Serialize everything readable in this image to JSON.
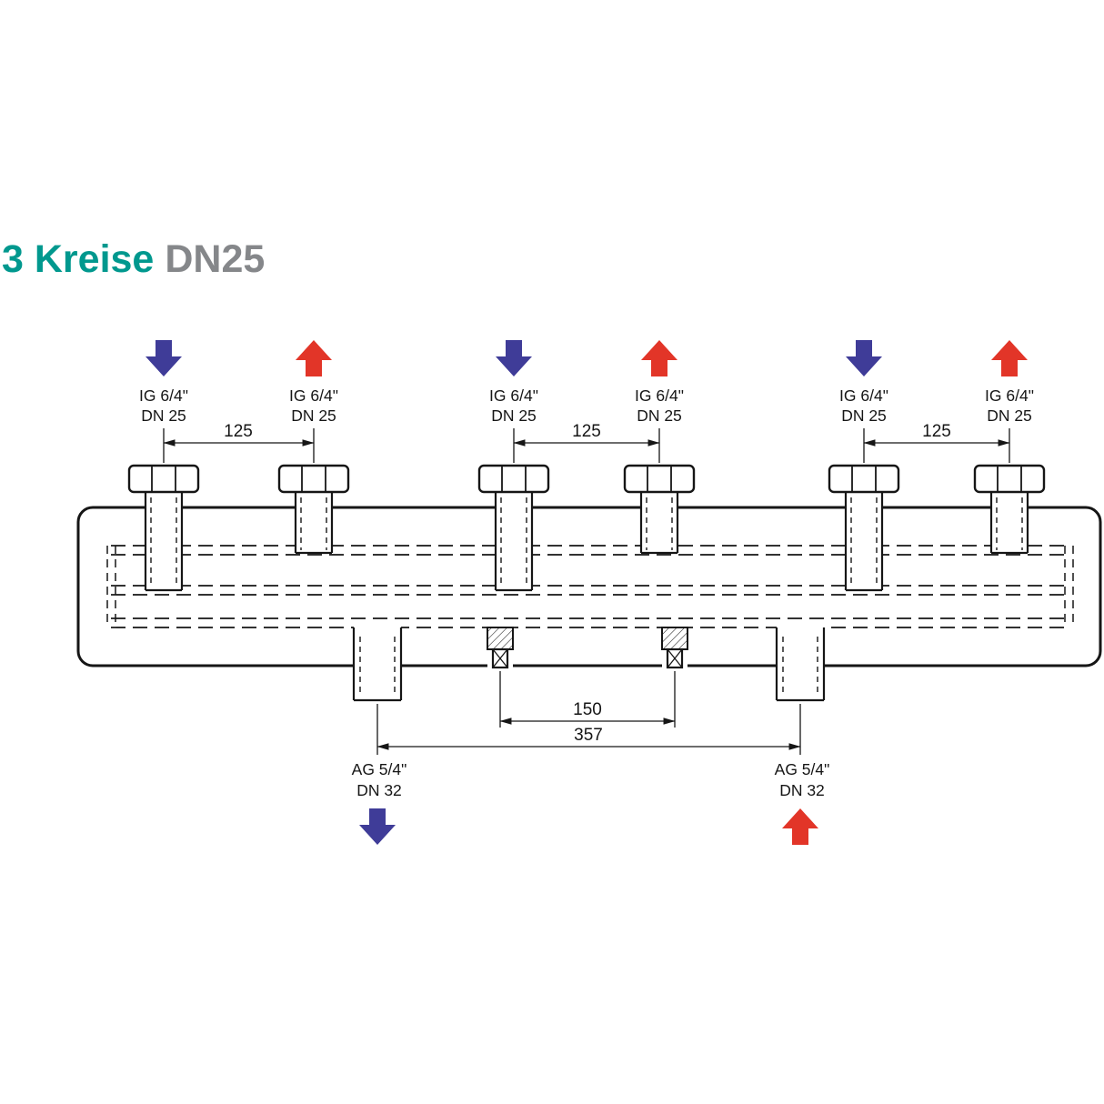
{
  "title": {
    "name": "3 Kreise",
    "variant": "DN25"
  },
  "colors": {
    "accent_teal": "#00988E",
    "muted_gray": "#85878A",
    "flow_blue": "#3F3C98",
    "return_red": "#E23528",
    "line": "#161616"
  },
  "top_ports": [
    {
      "id": 1,
      "flow": "supply",
      "arrow": "down",
      "label1": "IG 6/4\"",
      "label2": "DN 25"
    },
    {
      "id": 2,
      "flow": "return",
      "arrow": "up",
      "label1": "IG 6/4\"",
      "label2": "DN 25"
    },
    {
      "id": 3,
      "flow": "supply",
      "arrow": "down",
      "label1": "IG 6/4\"",
      "label2": "DN 25"
    },
    {
      "id": 4,
      "flow": "return",
      "arrow": "up",
      "label1": "IG 6/4\"",
      "label2": "DN 25"
    },
    {
      "id": 5,
      "flow": "supply",
      "arrow": "down",
      "label1": "IG 6/4\"",
      "label2": "DN 25"
    },
    {
      "id": 6,
      "flow": "return",
      "arrow": "up",
      "label1": "IG 6/4\"",
      "label2": "DN 25"
    }
  ],
  "top_dimensions": [
    {
      "value": "125"
    },
    {
      "value": "125"
    },
    {
      "value": "125"
    }
  ],
  "bottom_ports": [
    {
      "id": "left",
      "flow": "supply",
      "arrow": "down",
      "label1": "AG 5/4\"",
      "label2": "DN 32"
    },
    {
      "id": "right",
      "flow": "return",
      "arrow": "up",
      "label1": "AG 5/4\"",
      "label2": "DN 32"
    }
  ],
  "bottom_dimensions": {
    "inner": "150",
    "outer": "357"
  }
}
